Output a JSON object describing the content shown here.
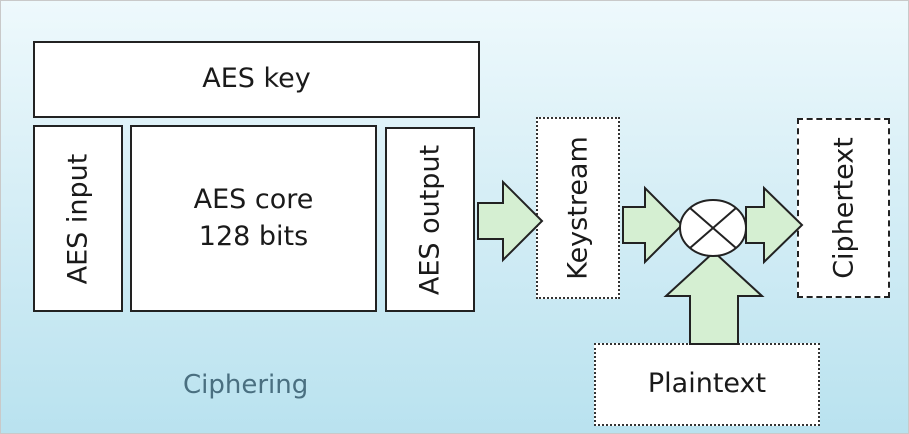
{
  "boxes": {
    "aes_key": "AES key",
    "aes_input": "AES input",
    "aes_core_line1": "AES core",
    "aes_core_line2": "128 bits",
    "aes_output": "AES output",
    "keystream": "Keystream",
    "ciphertext": "Ciphertext",
    "plaintext": "Plaintext"
  },
  "caption": "Ciphering",
  "colors": {
    "arrow_fill": "#d5efd2",
    "arrow_stroke": "#222222",
    "background_top": "#eef9fc",
    "background_bottom": "#b9e2ef",
    "caption": "#4a6f80"
  },
  "icons": {
    "xor": "xor-circle-icon"
  }
}
